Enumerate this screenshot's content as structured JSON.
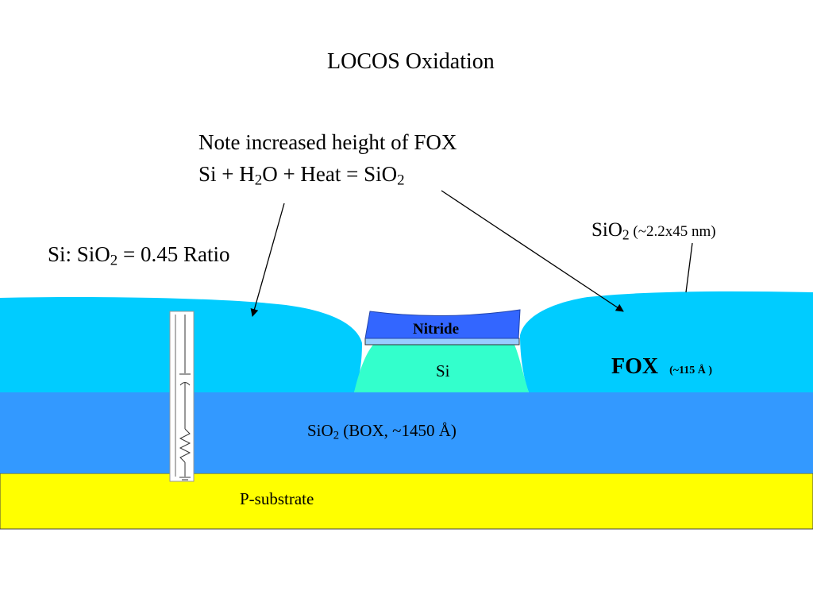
{
  "title": "LOCOS Oxidation",
  "note": {
    "line1": "Note increased height of  FOX",
    "eq_a": "Si + H",
    "eq_sub_a": "2",
    "eq_b": "O + Heat = SiO",
    "eq_sub_b": "2"
  },
  "ratio": {
    "a": "Si: SiO",
    "sub": "2",
    "b": " = 0.45 Ratio"
  },
  "sio2_label": {
    "a": "SiO",
    "sub": "2",
    "b": " (~2.2x45 nm)"
  },
  "layers": {
    "nitride": "Nitride",
    "si": "Si",
    "fox": "FOX",
    "fox_note": "(~115 Å )",
    "box_a": "SiO",
    "box_sub": "2",
    "box_b": " (BOX, ~1450 Å)",
    "substrate": "P-substrate"
  },
  "colors": {
    "fox": "#00ccff",
    "box": "#3399ff",
    "substrate": "#ffff00",
    "si": "#33ffcc",
    "nitride": "#3366ff",
    "nitride_pad": "#99ccff"
  }
}
